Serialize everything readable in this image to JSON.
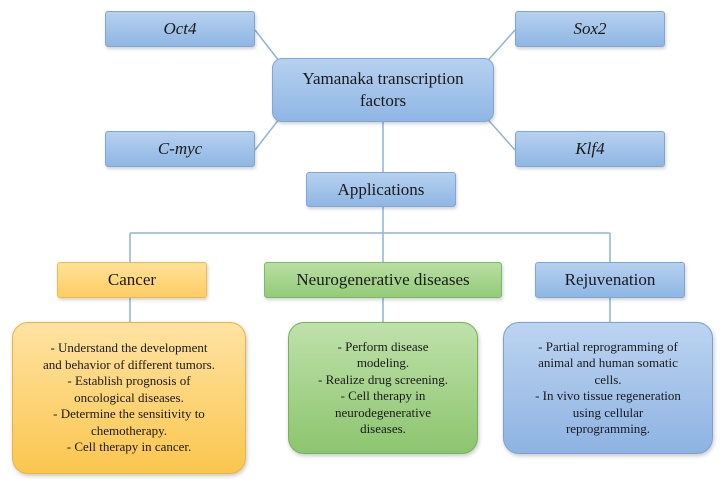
{
  "transcription_factors": {
    "oct4": "Oct4",
    "sox2": "Sox2",
    "cmyc": "C-myc",
    "klf4": "Klf4"
  },
  "hub": {
    "line1": "Yamanaka transcription",
    "line2": "factors"
  },
  "applications": "Applications",
  "categories": [
    {
      "title": "Cancer",
      "color": "#ffcd63",
      "items": [
        "- Understand the development",
        "and behavior of different tumors.",
        "- Establish prognosis of",
        "oncological diseases.",
        "- Determine the sensitivity to",
        "chemotherapy.",
        "- Cell therapy in cancer."
      ]
    },
    {
      "title": "Neurogenerative diseases",
      "color": "#93cb78",
      "items": [
        "- Perform disease",
        "modeling.",
        "- Realize drug screening.",
        "- Cell therapy in",
        "neurodegenerative",
        "diseases."
      ]
    },
    {
      "title": "Rejuvenation",
      "color": "#8fb6e4",
      "items": [
        "- Partial reprogramming of",
        "animal and human somatic",
        "cells.",
        "- In vivo tissue regeneration",
        "using cellular",
        "reprogramming."
      ]
    }
  ],
  "colors": {
    "connector": "#8fb3dc",
    "blue_box": "#8fb6e4"
  }
}
